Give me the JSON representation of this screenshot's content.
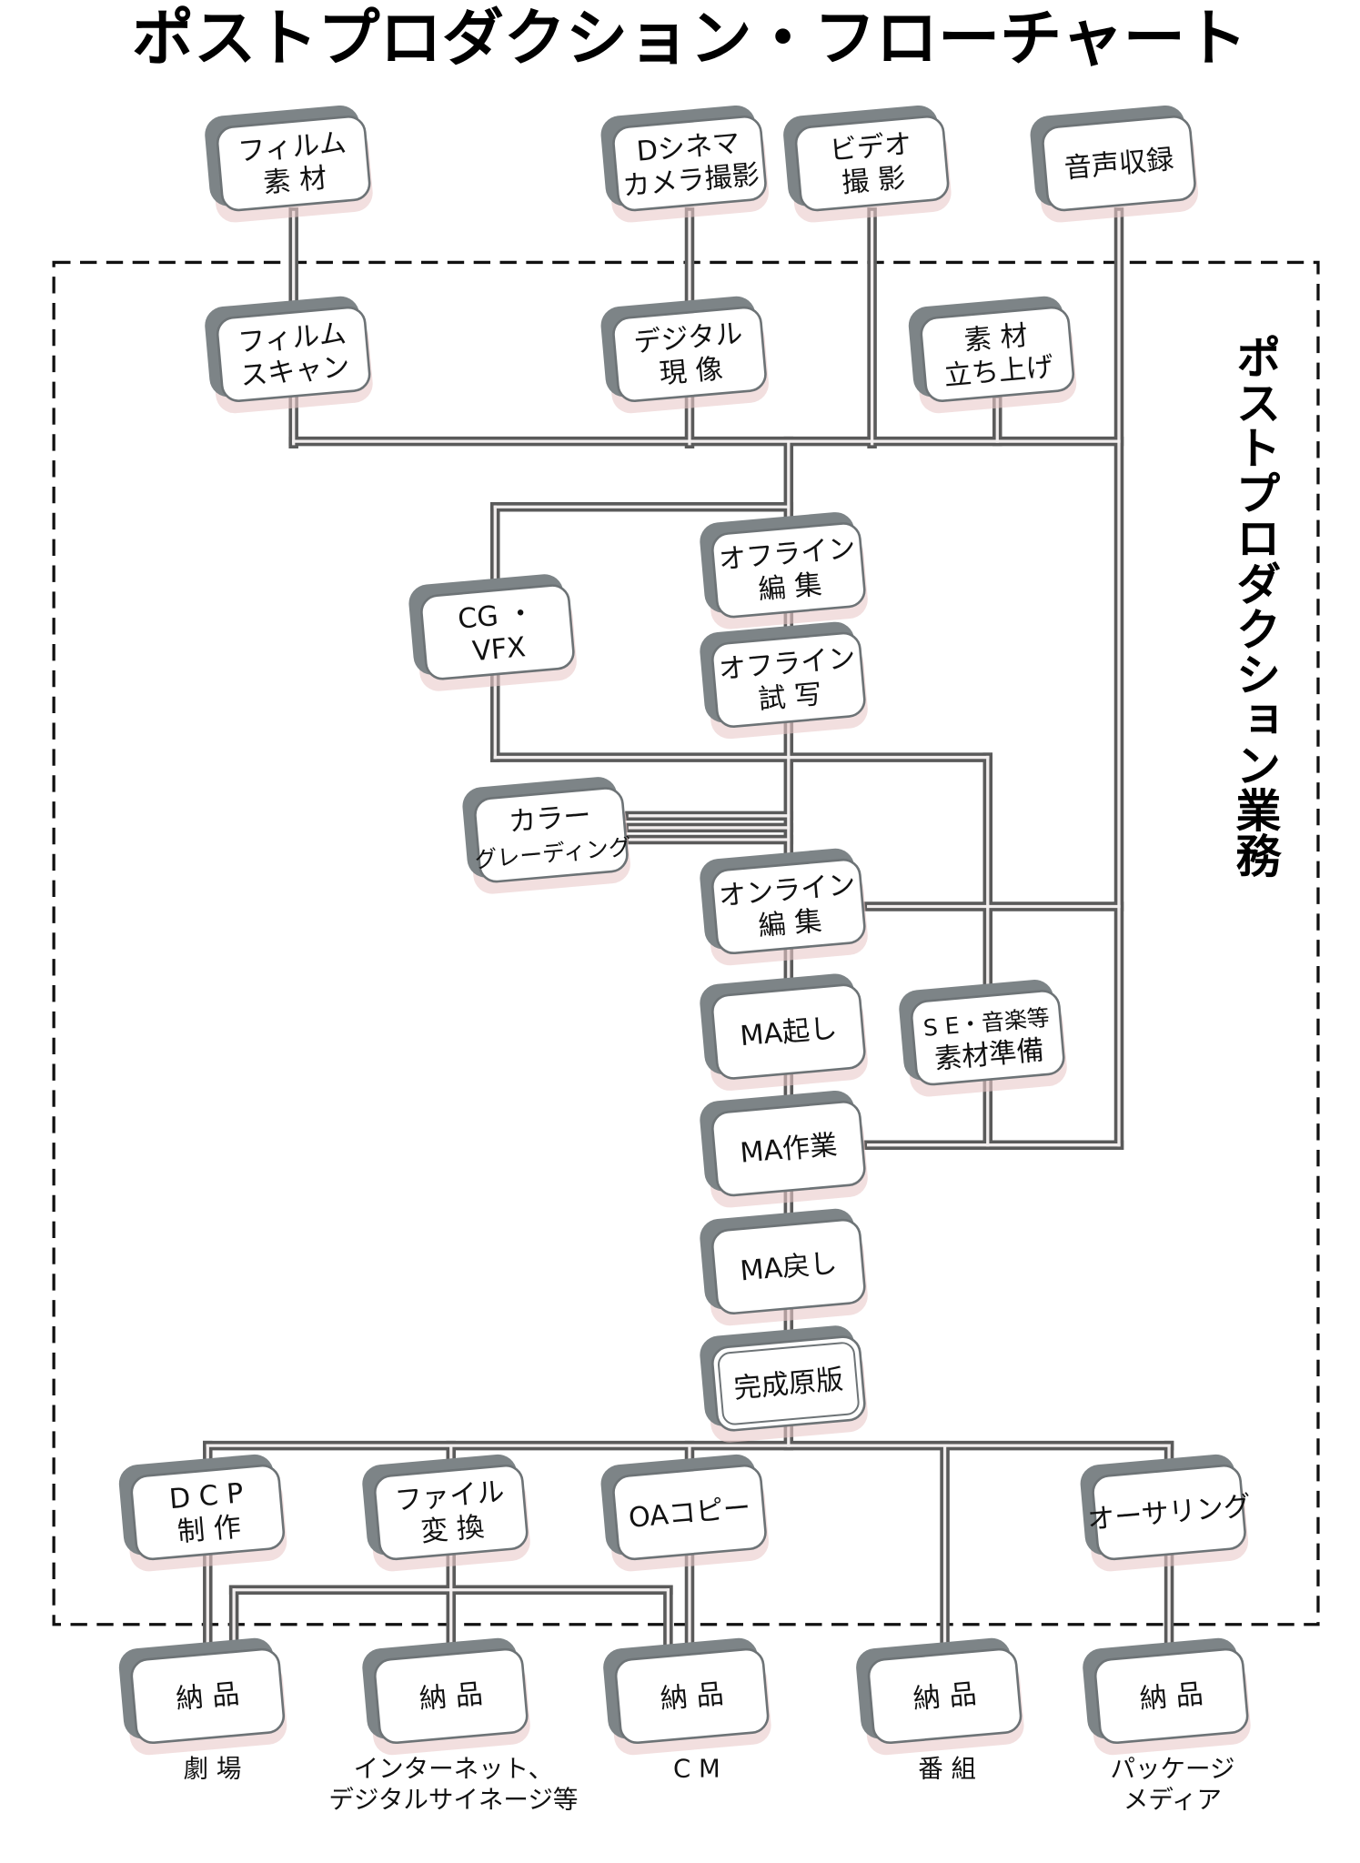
{
  "title": "ポストプロダクション・フローチャート",
  "region_label": "ポストプロダクション業務",
  "colors": {
    "pipe_outer": "#5a5a5a",
    "pipe_inner": "#f2eeee",
    "box_side": "#7d8487",
    "box_face": "#ffffff",
    "shadow": "#e9c9c9",
    "dashed_border": "#111111"
  },
  "nodes": [
    {
      "id": "film-material",
      "lines": [
        "フィルム",
        "素 材"
      ]
    },
    {
      "id": "d-cinema-shoot",
      "lines": [
        "Dシネマ",
        "カメラ撮影"
      ]
    },
    {
      "id": "video-shoot",
      "lines": [
        "ビデオ",
        "撮 影"
      ]
    },
    {
      "id": "audio-record",
      "lines": [
        "音声収録"
      ]
    },
    {
      "id": "film-scan",
      "lines": [
        "フィルム",
        "スキャン"
      ]
    },
    {
      "id": "digital-develop",
      "lines": [
        "デジタル",
        "現 像"
      ]
    },
    {
      "id": "material-setup",
      "lines": [
        "素 材",
        "立ち上げ"
      ]
    },
    {
      "id": "cg-vfx",
      "lines": [
        "CG ・",
        "VFX"
      ]
    },
    {
      "id": "offline-edit",
      "lines": [
        "オフライン",
        "編 集"
      ]
    },
    {
      "id": "offline-preview",
      "lines": [
        "オフライン",
        "試 写"
      ]
    },
    {
      "id": "color-grading",
      "lines": [
        "カラー",
        "グレーディング"
      ]
    },
    {
      "id": "online-edit",
      "lines": [
        "オンライン",
        "編 集"
      ]
    },
    {
      "id": "ma-prep",
      "lines": [
        "MA起し"
      ]
    },
    {
      "id": "se-music-prep",
      "lines": [
        "S E・音楽等",
        "素材準備"
      ]
    },
    {
      "id": "ma-work",
      "lines": [
        "MA作業"
      ]
    },
    {
      "id": "ma-return",
      "lines": [
        "MA戻し"
      ]
    },
    {
      "id": "final-master",
      "lines": [
        "完成原版"
      ]
    },
    {
      "id": "dcp",
      "lines": [
        "D C P",
        "制 作"
      ]
    },
    {
      "id": "file-convert",
      "lines": [
        "ファイル",
        "変 換"
      ]
    },
    {
      "id": "oa-copy",
      "lines": [
        "OAコピー"
      ]
    },
    {
      "id": "authoring",
      "lines": [
        "オーサリング"
      ]
    },
    {
      "id": "delivery-theater",
      "lines": [
        "納 品"
      ]
    },
    {
      "id": "delivery-internet",
      "lines": [
        "納 品"
      ]
    },
    {
      "id": "delivery-cm",
      "lines": [
        "納 品"
      ]
    },
    {
      "id": "delivery-program",
      "lines": [
        "納 品"
      ]
    },
    {
      "id": "delivery-package",
      "lines": [
        "納 品"
      ]
    }
  ],
  "destinations": [
    {
      "id": "theater",
      "lines": [
        "劇 場"
      ]
    },
    {
      "id": "internet",
      "lines": [
        "インターネット、",
        "デジタルサイネージ等"
      ]
    },
    {
      "id": "cm",
      "lines": [
        "C M"
      ]
    },
    {
      "id": "program",
      "lines": [
        "番 組"
      ]
    },
    {
      "id": "package",
      "lines": [
        "パッケージ",
        "メディア"
      ]
    }
  ]
}
